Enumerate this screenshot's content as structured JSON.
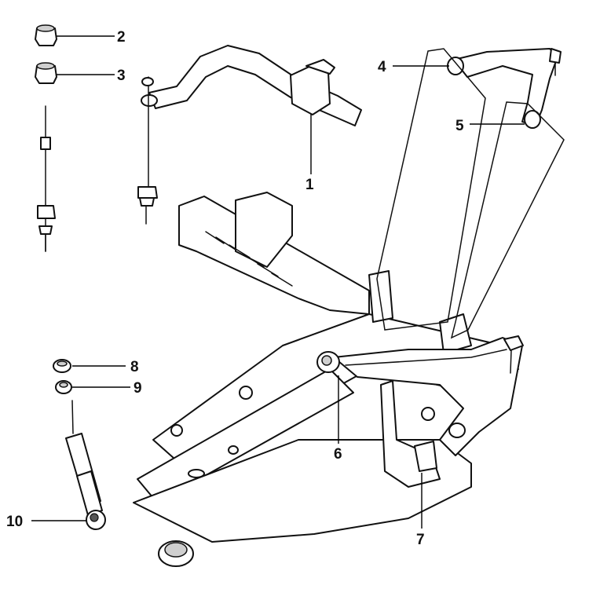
{
  "diagram": {
    "type": "exploded-parts-diagram",
    "subject": "front suspension assembly",
    "colors": {
      "line": "#111111",
      "shade": "#cfcfcf",
      "background": "#ffffff"
    },
    "callouts": [
      {
        "id": "1",
        "label": "1"
      },
      {
        "id": "2",
        "label": "2"
      },
      {
        "id": "3",
        "label": "3"
      },
      {
        "id": "4",
        "label": "4"
      },
      {
        "id": "5",
        "label": "5"
      },
      {
        "id": "6",
        "label": "6"
      },
      {
        "id": "7",
        "label": "7"
      },
      {
        "id": "8",
        "label": "8"
      },
      {
        "id": "9",
        "label": "9"
      },
      {
        "id": "10",
        "label": "10"
      }
    ]
  }
}
